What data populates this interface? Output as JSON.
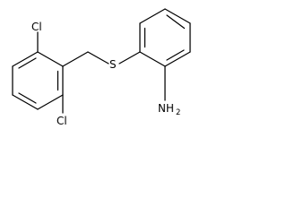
{
  "atoms": {
    "chlorine_top": "Cl",
    "chlorine_bottom": "Cl",
    "sulfur": "S",
    "amine_main": "NH",
    "amine_subscript": "2"
  },
  "colors": {
    "bond": "#000000",
    "label": "#000000",
    "background": "#ffffff"
  }
}
